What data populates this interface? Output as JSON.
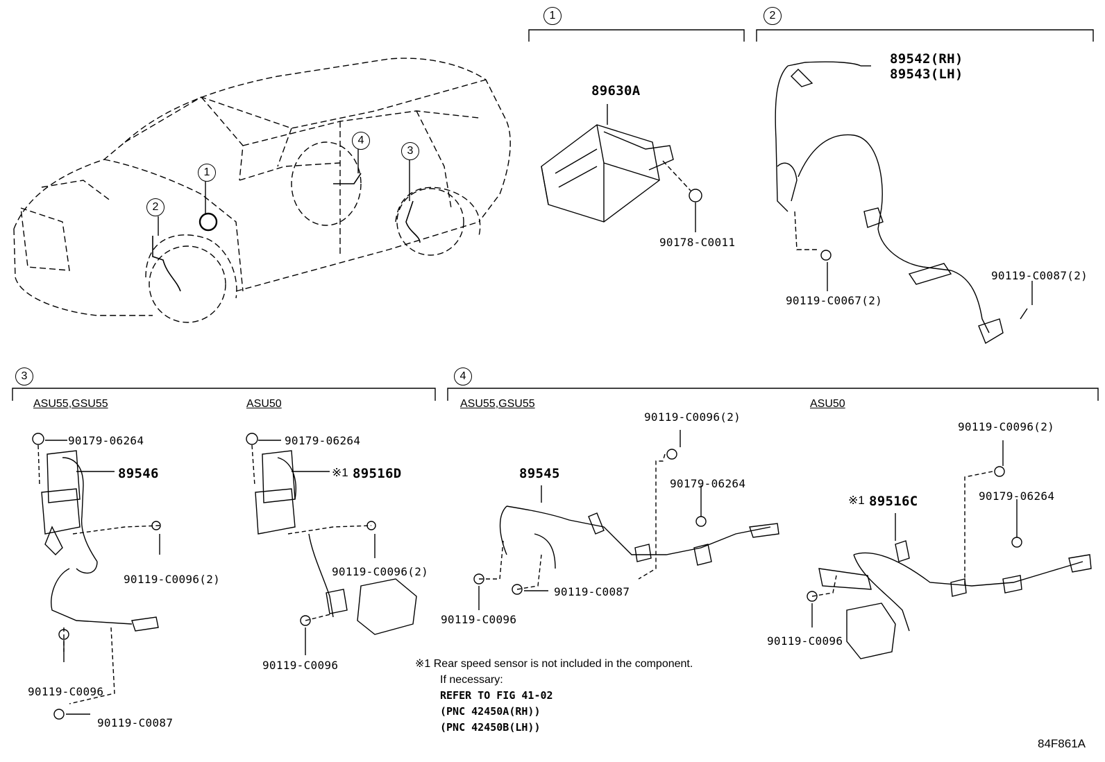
{
  "sections": [
    {
      "id": "1",
      "num": "1"
    },
    {
      "id": "2",
      "num": "2"
    },
    {
      "id": "3",
      "num": "3"
    },
    {
      "id": "4",
      "num": "4"
    }
  ],
  "car_callouts": [
    "1",
    "2",
    "3",
    "4"
  ],
  "variants": {
    "s3_left": "ASU55,GSU55",
    "s3_right": "ASU50",
    "s4_left": "ASU55,GSU55",
    "s4_right": "ASU50"
  },
  "parts": {
    "ecu": "89630A",
    "nut_ecu": "90178-C0011",
    "sensor_rh": "89542(RH)",
    "sensor_lh": "89543(LH)",
    "bolt_c0067": "90119-C0067(2)",
    "bolt_c0087_2": "90119-C0087(2)",
    "s3_nut_a": "90179-06264",
    "s3_sensor_a": "89546",
    "s3_bolt_a": "90119-C0096(2)",
    "s3_bolt_b": "90119-C0096",
    "s3_bolt_c": "90119-C0087",
    "s3_nut_b": "90179-06264",
    "s3_sensor_b_mark": "※1",
    "s3_sensor_b": "89516D",
    "s3_bolt_d": "90119-C0096(2)",
    "s3_bolt_e": "90119-C0096",
    "s4_sensor_a": "89545",
    "s4_bolt_a": "90119-C0096(2)",
    "s4_nut_a": "90179-06264",
    "s4_bolt_b": "90119-C0096",
    "s4_bolt_c": "90119-C0087",
    "s4_bolt_d": "90119-C0096(2)",
    "s4_sensor_b_mark": "※1",
    "s4_sensor_b": "89516C",
    "s4_nut_b": "90179-06264",
    "s4_bolt_e": "90119-C0096"
  },
  "note": {
    "line1": "※1 Rear speed sensor is not included in the component.",
    "line2": "If necessary:",
    "line3": "REFER TO FIG 41-02",
    "line4": "(PNC 42450A(RH))",
    "line5": "(PNC 42450B(LH))"
  },
  "figure_code": "84F861A"
}
